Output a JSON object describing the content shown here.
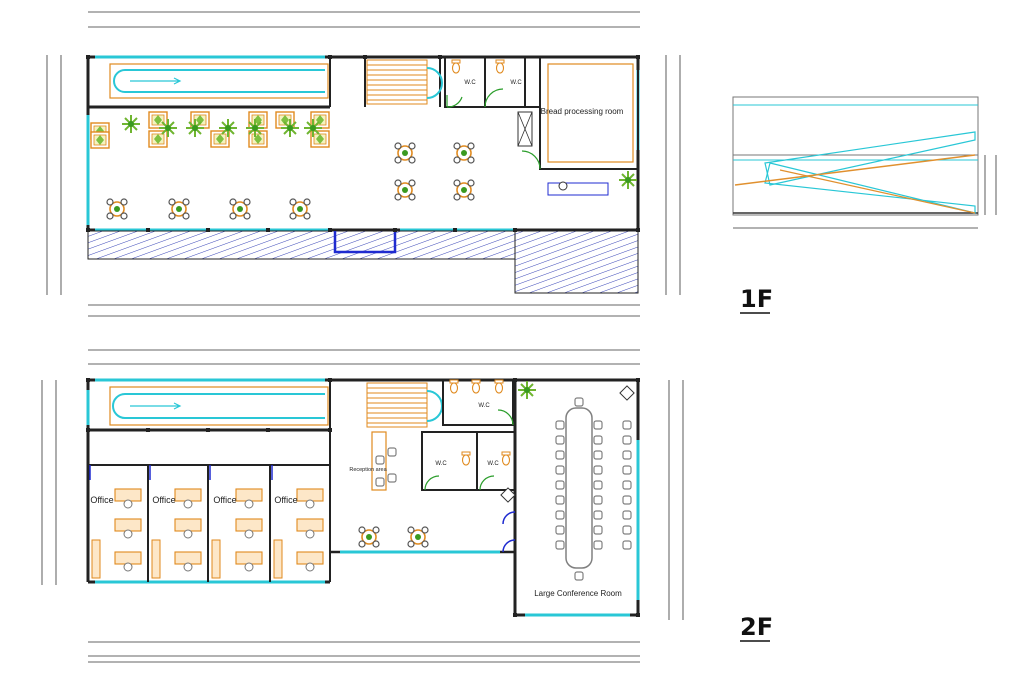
{
  "floors": {
    "first": {
      "label": "1F",
      "rooms": {
        "bread": "Bread processing room",
        "wc_a": "W.C",
        "wc_b": "W.C"
      }
    },
    "second": {
      "label": "2F",
      "rooms": {
        "reception": "Reception area",
        "wc_a": "W.C",
        "wc_b": "W.C",
        "wc_c": "W.C",
        "conference": "Large Conference Room",
        "offices": [
          "Office",
          "Office",
          "Office",
          "Office"
        ]
      }
    }
  },
  "colors": {
    "wall": "#222222",
    "glass": "#29c7d6",
    "furniture": "#e08a1e",
    "door": "#1f2bd0",
    "plant": "#3a9a20",
    "chair": "#808080",
    "ramp": "#e0902e"
  }
}
